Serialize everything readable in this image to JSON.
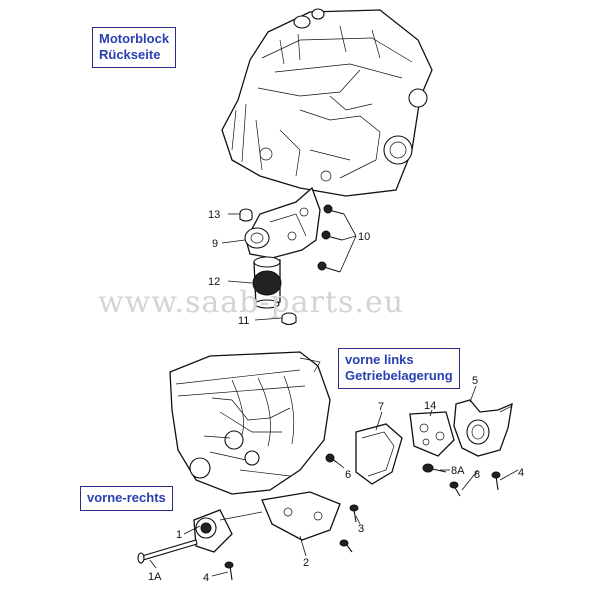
{
  "labels": {
    "motorblock_line1": "Motorblock",
    "motorblock_line2": "Rückseite",
    "vorne_links_line1": "vorne links",
    "vorne_links_line2": "Getriebelagerung",
    "vorne_rechts": "vorne-rechts"
  },
  "watermark": "www.saab-parts.eu",
  "callouts": {
    "c13": "13",
    "c9": "9",
    "c10": "10",
    "c12": "12",
    "c11": "11",
    "c7": "7",
    "c14": "14",
    "c5": "5",
    "c6": "6",
    "c8a": "8A",
    "c8": "8",
    "c4a": "4",
    "c1": "1",
    "c2": "2",
    "c3": "3",
    "c1a": "1A",
    "c4b": "4"
  },
  "colors": {
    "label_text": "#2a3fb0",
    "label_border": "#2b2b8a",
    "watermark": "#d4d4d4"
  }
}
